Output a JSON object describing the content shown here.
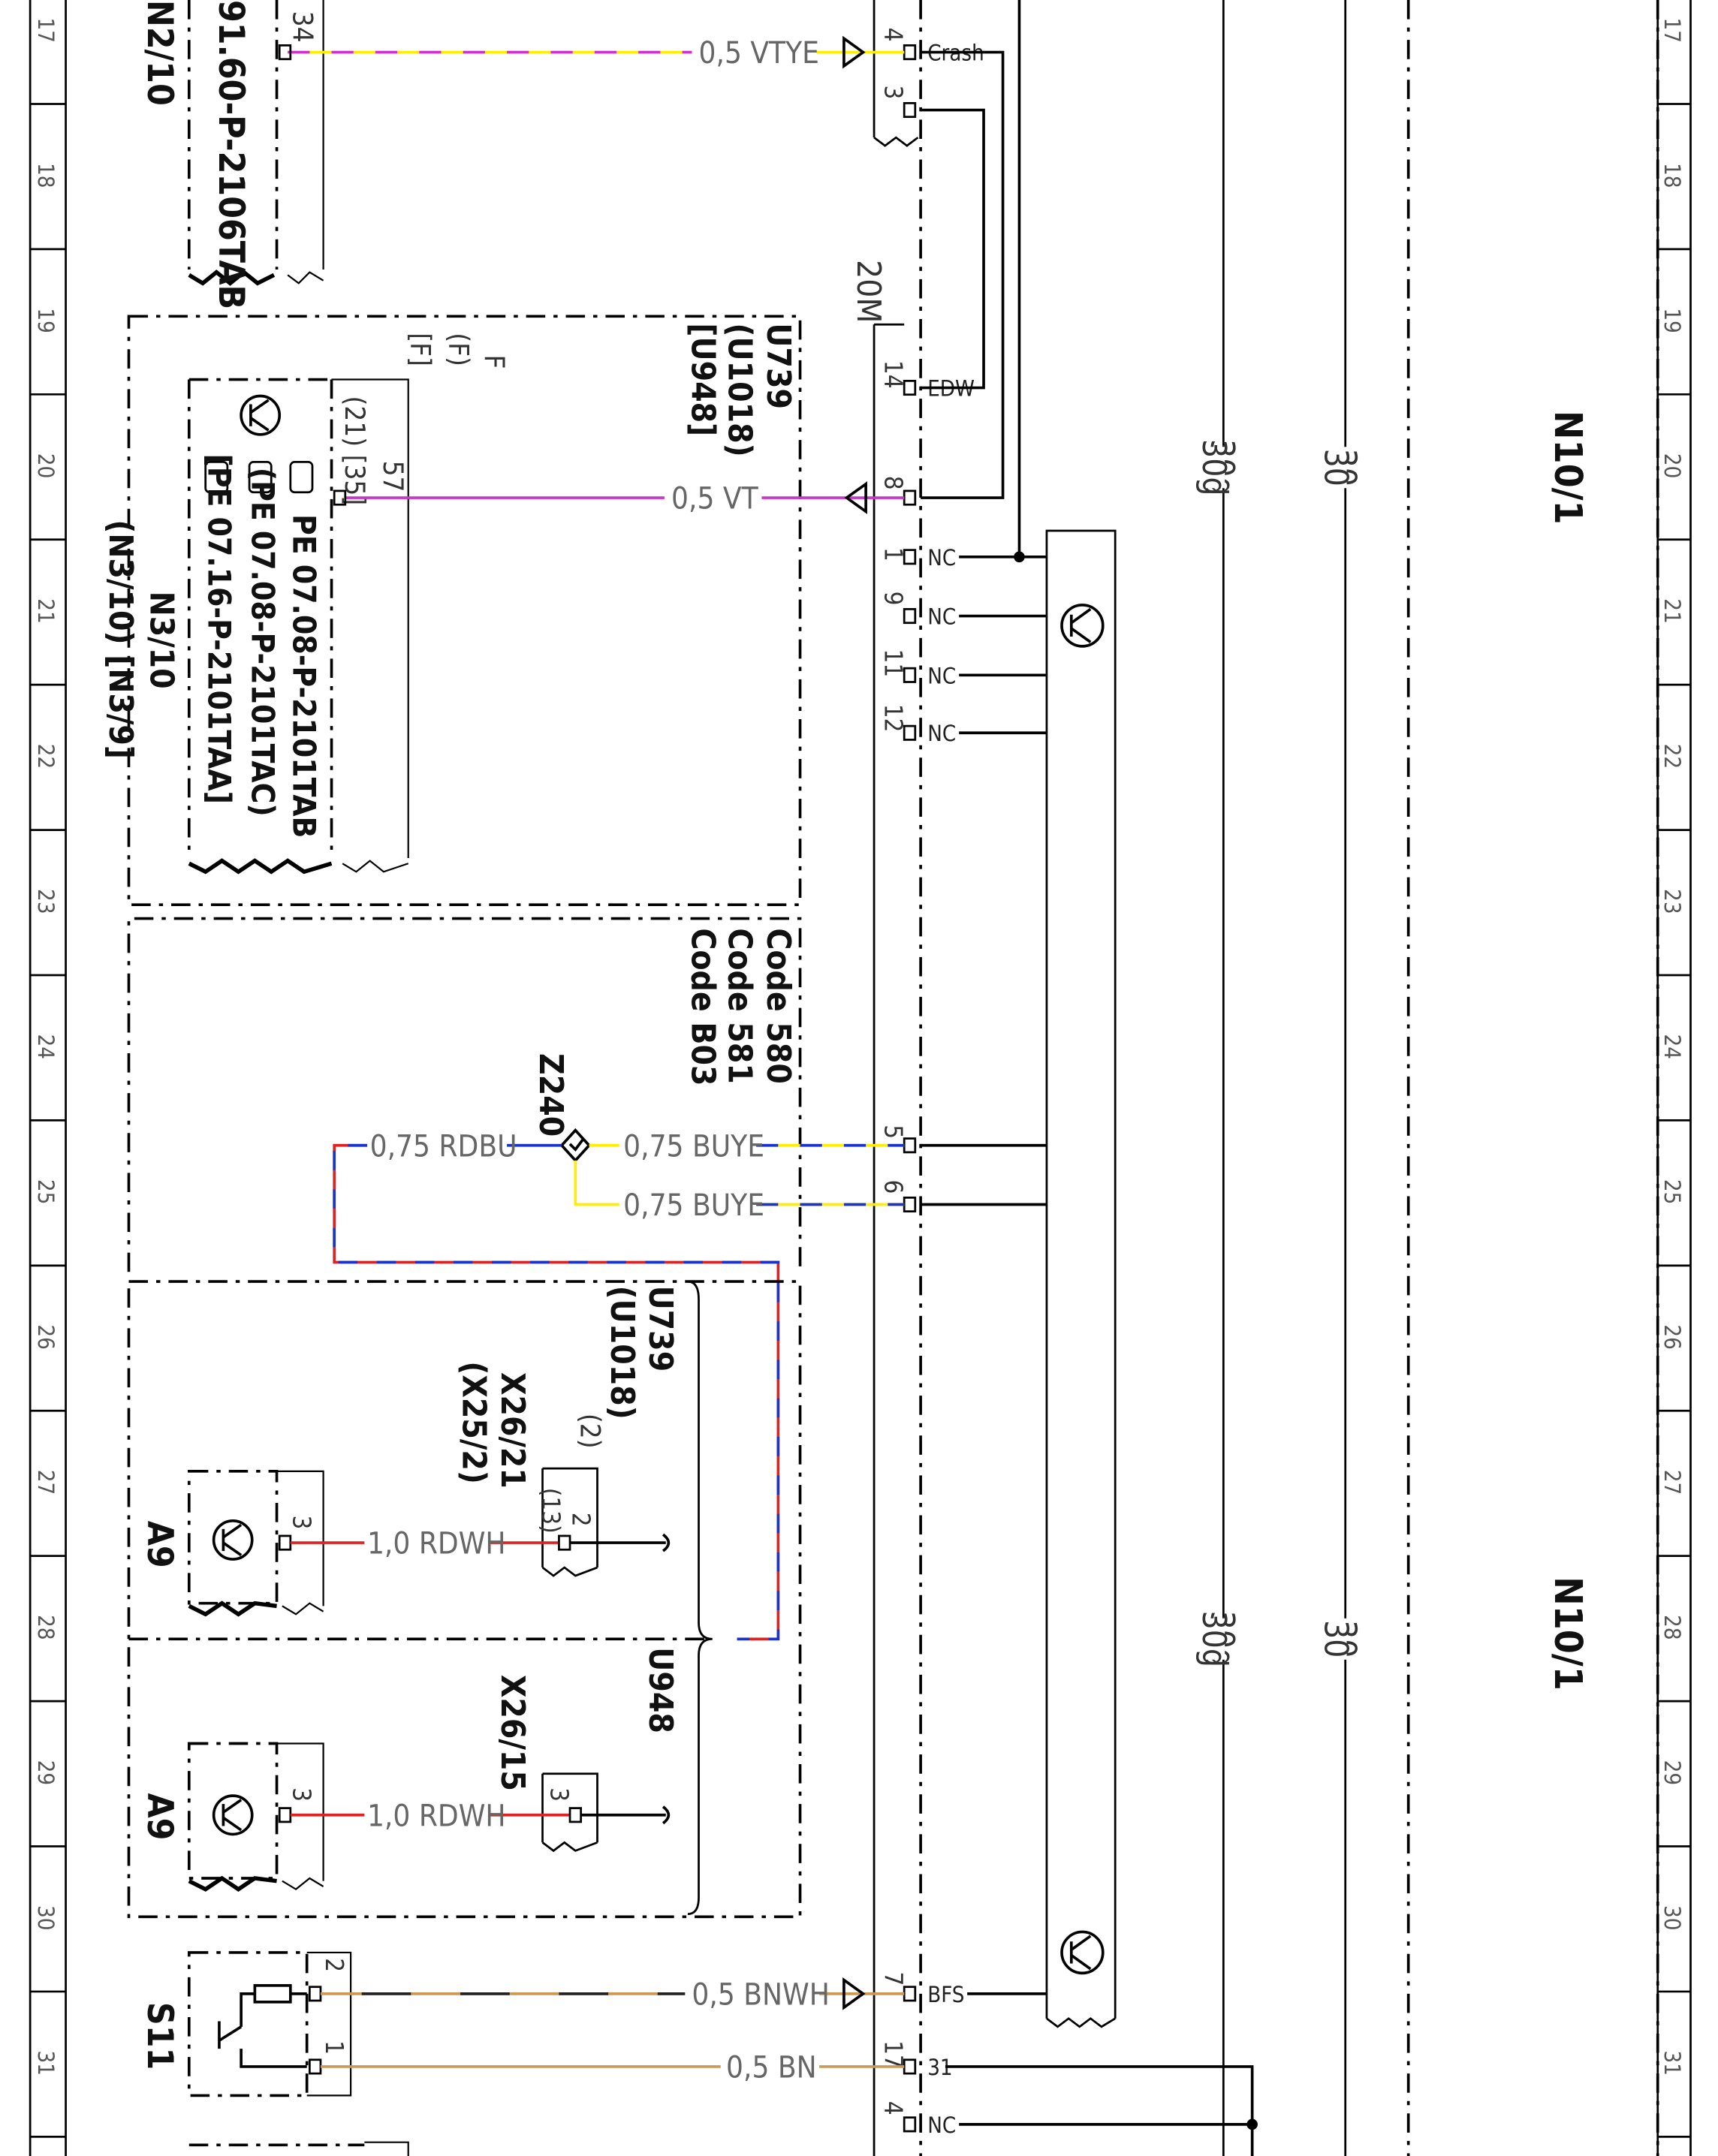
{
  "grid": {
    "rows": [
      "17",
      "18",
      "19",
      "20",
      "21",
      "22",
      "23",
      "24",
      "25",
      "26",
      "27",
      "28",
      "29",
      "30",
      "31"
    ]
  },
  "components": {
    "n2_10": {
      "name": "N2/10",
      "ref": "91.60-P-2106TAB",
      "pin": "34"
    },
    "n3_10": {
      "name": "N3/10",
      "alt": "(N3/10) [N3/9]",
      "refs": [
        "PE 07.08-P-2101TAB",
        "(PE 07.08-P-2101TAC)",
        "[PE 07.16-P-2101TAA]"
      ],
      "pin_top": "57",
      "pin_bottom": "(21) [35]",
      "side_labels": [
        "F",
        "(F)",
        "[F]"
      ]
    },
    "u_group1": [
      "U739",
      "(U1018)",
      "[U948]"
    ],
    "code_group": [
      "Code 580",
      "Code 581",
      "Code B03"
    ],
    "z240": {
      "name": "Z240"
    },
    "u_group2": [
      "U739",
      "(U1018)"
    ],
    "u948": "U948",
    "x26_21": {
      "name": "X26/21",
      "alt": "(X25/2)",
      "pin": "2",
      "pin_alt": "(13)",
      "pin_side": "(2)"
    },
    "x26_15": {
      "name": "X26/15",
      "pin": "3"
    },
    "a9_a": {
      "name": "A9",
      "pin": "3"
    },
    "a9_b": {
      "name": "A9",
      "pin": "3"
    },
    "s11": {
      "name": "S11",
      "pins": [
        "2",
        "1"
      ]
    },
    "connector": {
      "name": "20M"
    },
    "n10_1": {
      "name": "N10/1"
    }
  },
  "connector_pins": [
    {
      "num": "4",
      "signal": "Crash"
    },
    {
      "num": "3",
      "signal": ""
    },
    {
      "num": "14",
      "signal": "EDW"
    },
    {
      "num": "8",
      "signal": ""
    },
    {
      "num": "1",
      "signal": "NC"
    },
    {
      "num": "9",
      "signal": "NC"
    },
    {
      "num": "11",
      "signal": "NC"
    },
    {
      "num": "12",
      "signal": "NC"
    },
    {
      "num": "5",
      "signal": ""
    },
    {
      "num": "6",
      "signal": ""
    },
    {
      "num": "7",
      "signal": "BFS"
    },
    {
      "num": "17",
      "signal": "31"
    },
    {
      "num": "4",
      "signal": "NC"
    }
  ],
  "wires": {
    "w_vtye": "0,5  VTYE",
    "w_vt": "0,5  VT",
    "w_rdbu": "0,75  RDBU",
    "w_buye1": "0,75  BUYE",
    "w_buye2": "0,75  BUYE",
    "w_rdwh1": "1,0  RDWH",
    "w_rdwh2": "1,0  RDWH",
    "w_bnwh": "0,5  BNWH",
    "w_bn": "0,5  BN"
  },
  "rails": [
    "30g",
    "30",
    "30g",
    "30"
  ],
  "colors": {
    "violet": "#cc33cc",
    "yellow": "#ffee00",
    "blue": "#1a33cc",
    "red": "#dd2222",
    "brown": "#cc9955",
    "black": "#000000"
  }
}
